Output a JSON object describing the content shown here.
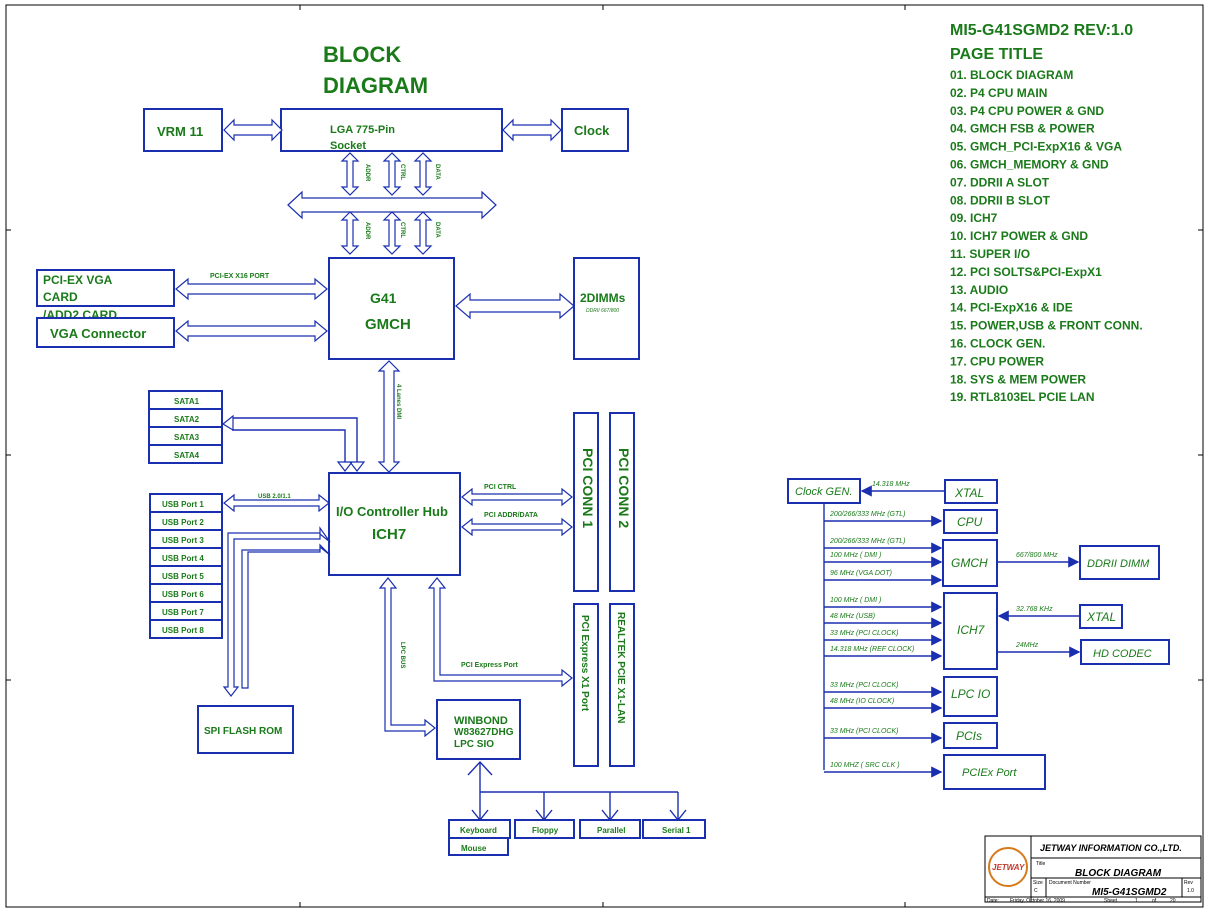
{
  "title": {
    "line1": "BLOCK",
    "line2": "DIAGRAM"
  },
  "toc": {
    "heading": "MI5-G41SGMD2 REV:1.0",
    "subheading": "PAGE  TITLE",
    "items": [
      "01. BLOCK DIAGRAM",
      "02. P4 CPU MAIN",
      "03. P4 CPU POWER & GND",
      "04. GMCH FSB & POWER",
      "05. GMCH_PCI-ExpX16 & VGA",
      "06. GMCH_MEMORY & GND",
      "07. DDRII A SLOT",
      "08. DDRII B SLOT",
      "09. ICH7",
      "10. ICH7 POWER & GND",
      "11. SUPER I/O",
      "12. PCI SOLTS&PCI-ExpX1",
      "13. AUDIO",
      "14. PCI-ExpX16 & IDE",
      "15. POWER,USB & FRONT CONN.",
      "16. CLOCK GEN.",
      "17. CPU POWER",
      "18. SYS & MEM POWER",
      "19. RTL8103EL PCIE LAN"
    ]
  },
  "blocks": {
    "vrm": "VRM 11",
    "cpu_l1": "LGA 775-Pin",
    "cpu_l2": "Socket",
    "clock": "Clock",
    "gmch_l1": "G41",
    "gmch_l2": "GMCH",
    "dimm": "2DIMMs",
    "dimm_sub": "DDRII 667/800",
    "pciex_vga_l1": "PCI-EX VGA",
    "pciex_vga_l2": "CARD",
    "pciex_vga_l3": "/ADD2 CARD",
    "vga_conn": "VGA Connector",
    "ich_l1": "I/O Controller Hub",
    "ich_l2": "ICH7",
    "pci1": "PCI CONN 1",
    "pci2": "PCI CONN 2",
    "pcie_x1": "PCI Express X1 Port",
    "rtl": "REALTEK PCIE X1-LAN",
    "spi": "SPI FLASH ROM",
    "sio_l1": "WINBOND",
    "sio_l2": "W83627DHG",
    "sio_l3": "LPC SIO",
    "keyboard": "Keyboard",
    "mouse": "Mouse",
    "floppy": "Floppy",
    "parallel": "Parallel",
    "serial": "Serial 1"
  },
  "sata": [
    "SATA1",
    "SATA2",
    "SATA3",
    "SATA4"
  ],
  "usb": [
    "USB Port 1",
    "USB Port 2",
    "USB Port 3",
    "USB Port 4",
    "USB Port 5",
    "USB Port 6",
    "USB Port 7",
    "USB Port 8"
  ],
  "bus_labels": {
    "addr": "ADDR",
    "ctrl": "CTRL",
    "data": "DATA",
    "pciex16": "PCI-EX X16 PORT",
    "dmi": "4 Lanes DMI",
    "usb": "USB 2.0/1.1",
    "pci_ctrl": "PCI CTRL",
    "pci_addr": "PCI ADDR/DATA",
    "pci_express": "PCI Express  Port",
    "lpc": "LPC BUS"
  },
  "clock_tree": {
    "gen": "Clock GEN.",
    "xtal1": "XTAL",
    "xtal1_freq": "14.318 MHz",
    "cpu": "CPU",
    "gmch": "GMCH",
    "ich": "ICH7",
    "lpcio": "LPC IO",
    "pcis": "PCIs",
    "pciex": "PCIEx Port",
    "ddr": "DDRII DIMM",
    "ddr_freq": "667/800 MHz",
    "xtal2": "XTAL",
    "xtal2_freq": "32.768 KHz",
    "hd": "HD CODEC",
    "hd_freq": "24MHz",
    "lines": [
      "200/266/333 MHz (GTL)",
      "200/266/333 MHz (GTL)",
      "100 MHz ( DMI )",
      "96 MHz (VGA DOT)",
      "100 MHz ( DMI )",
      "48 MHz (USB)",
      "33 MHz (PCI CLOCK)",
      "14.318 MHz (REF CLOCK)",
      "33 MHz (PCI CLOCK)",
      "48 MHz (IO CLOCK)",
      "33 MHz (PCI CLOCK)",
      "100 MHZ ( SRC CLK )"
    ]
  },
  "titleblock": {
    "company": "JETWAY INFORMATION CO.,LTD.",
    "logo": "JETWAY",
    "title_label": "Title",
    "title": "BLOCK DIAGRAM",
    "size_label": "Size",
    "docnum_label": "Document Number",
    "doc": "MI5-G41SGMD2",
    "rev_label": "Rev",
    "rev": "1.0",
    "size": "C",
    "date_label": "Date:",
    "date": "Friday, October 16, 2009",
    "sheet_label": "Sheet",
    "sheet": "1",
    "of": "of",
    "total": "20"
  },
  "colors": {
    "text": "#1a7a1a",
    "lines": "#1a2fb0"
  }
}
